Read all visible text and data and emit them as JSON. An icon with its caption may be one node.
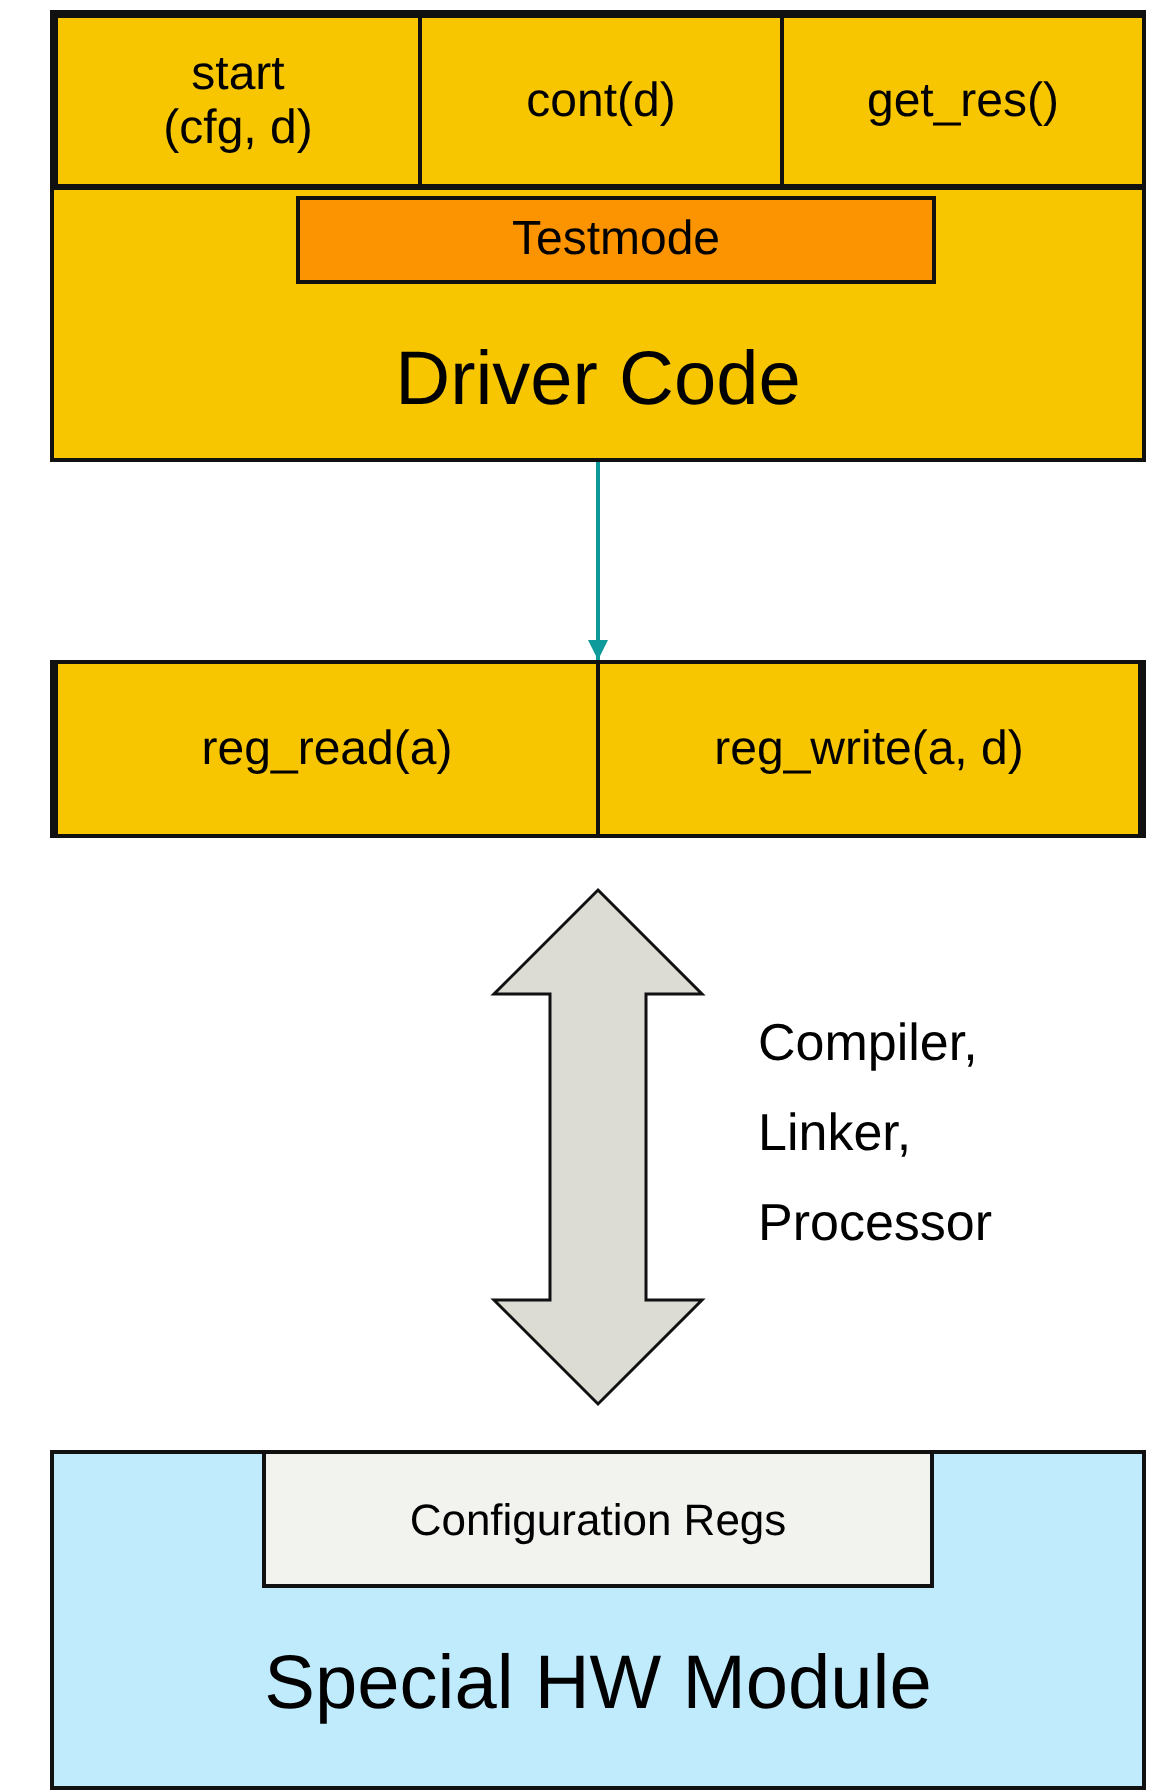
{
  "diagram": {
    "nodes": [
      {
        "text": [
          "Driver Code"
        ]
      },
      {
        "text": [
          "start (cfg, d)"
        ],
        "in": 0
      },
      {
        "text": [
          "cont(d)"
        ],
        "in": 0
      },
      {
        "text": [
          "get_res()"
        ],
        "in": 0
      },
      {
        "text": [
          "Testmode"
        ],
        "in": 0
      },
      {
        "text": [],
        "shape": "box"
      },
      {
        "text": [
          "reg_read(a)"
        ],
        "in": 5
      },
      {
        "text": [
          "reg_write(a, d)"
        ],
        "in": 5
      },
      {
        "text": [
          "Special HW Module"
        ]
      },
      {
        "text": [
          "Configuration Regs"
        ],
        "in": 8
      }
    ],
    "edges": [
      {
        "from": 0,
        "to": 5,
        "arrow": "to",
        "color": "#0e9a9a"
      },
      {
        "from": 5,
        "to": 8,
        "arrow": "both",
        "style": "thick",
        "label": "Compiler, Linker, Processor"
      }
    ]
  }
}
